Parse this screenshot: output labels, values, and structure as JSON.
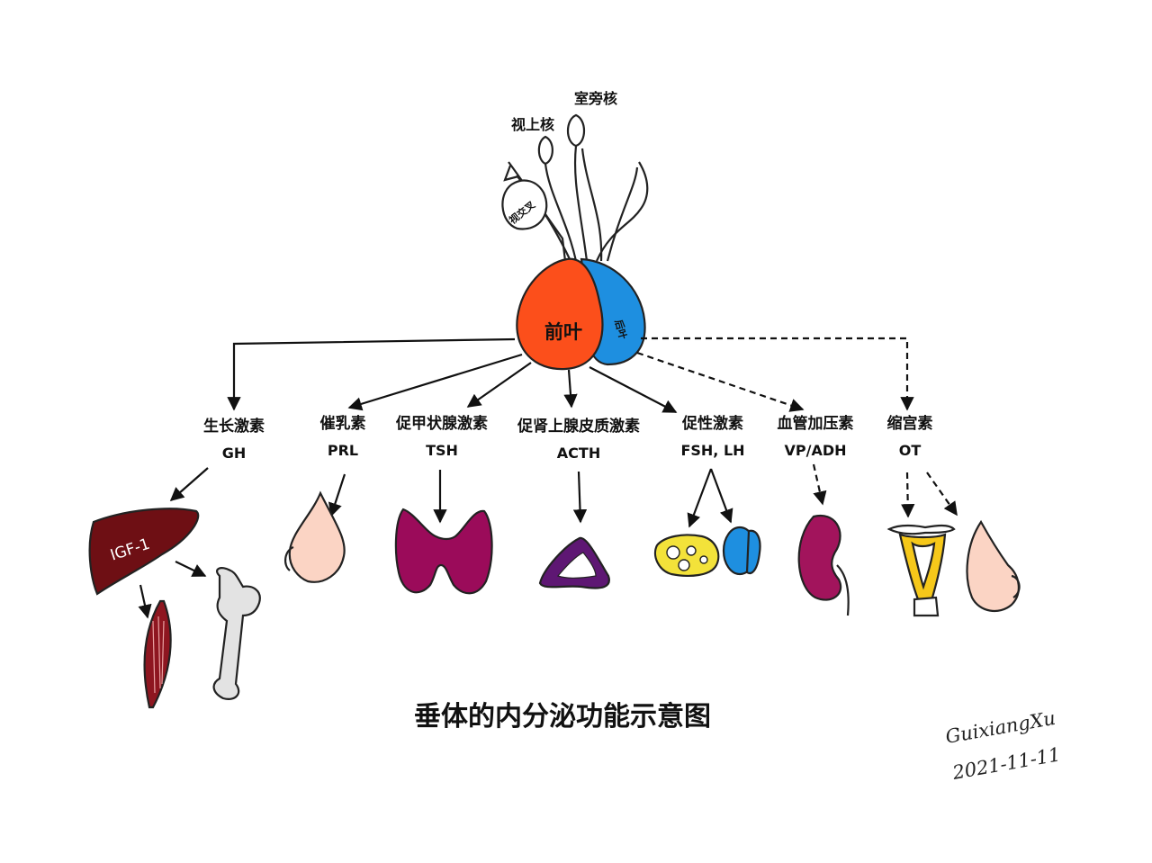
{
  "nuclei": {
    "supraoptic": "视上核",
    "paraventricular": "室旁核",
    "optic_chiasm": "视交叉"
  },
  "pituitary": {
    "anterior": "前叶",
    "posterior": "后叶"
  },
  "hormones": [
    {
      "name": "生长激素",
      "abbr": "GH"
    },
    {
      "name": "催乳素",
      "abbr": "PRL"
    },
    {
      "name": "促甲状腺激素",
      "abbr": "TSH"
    },
    {
      "name": "促肾上腺皮质激素",
      "abbr": "ACTH"
    },
    {
      "name": "促性激素",
      "abbr": "FSH, LH"
    },
    {
      "name": "血管加压素",
      "abbr": "VP/ADH"
    },
    {
      "name": "缩宫素",
      "abbr": "OT"
    }
  ],
  "liver_label": "IGF-1",
  "title": "垂体的内分泌功能示意图",
  "signature": {
    "name": "GuixiangXu",
    "date": "2021-11-11"
  },
  "colors": {
    "anterior": "#fc4f1b",
    "posterior": "#1e8fe0",
    "liver": "#6e0f14",
    "thyroid": "#9b0b5a",
    "adrenal": "#5e1773",
    "kidney": "#a2145c",
    "skin": "#fbd4c4",
    "uterus": "#f6c81a",
    "gonad": "#f3e23a",
    "testis": "#1e8fe0"
  }
}
